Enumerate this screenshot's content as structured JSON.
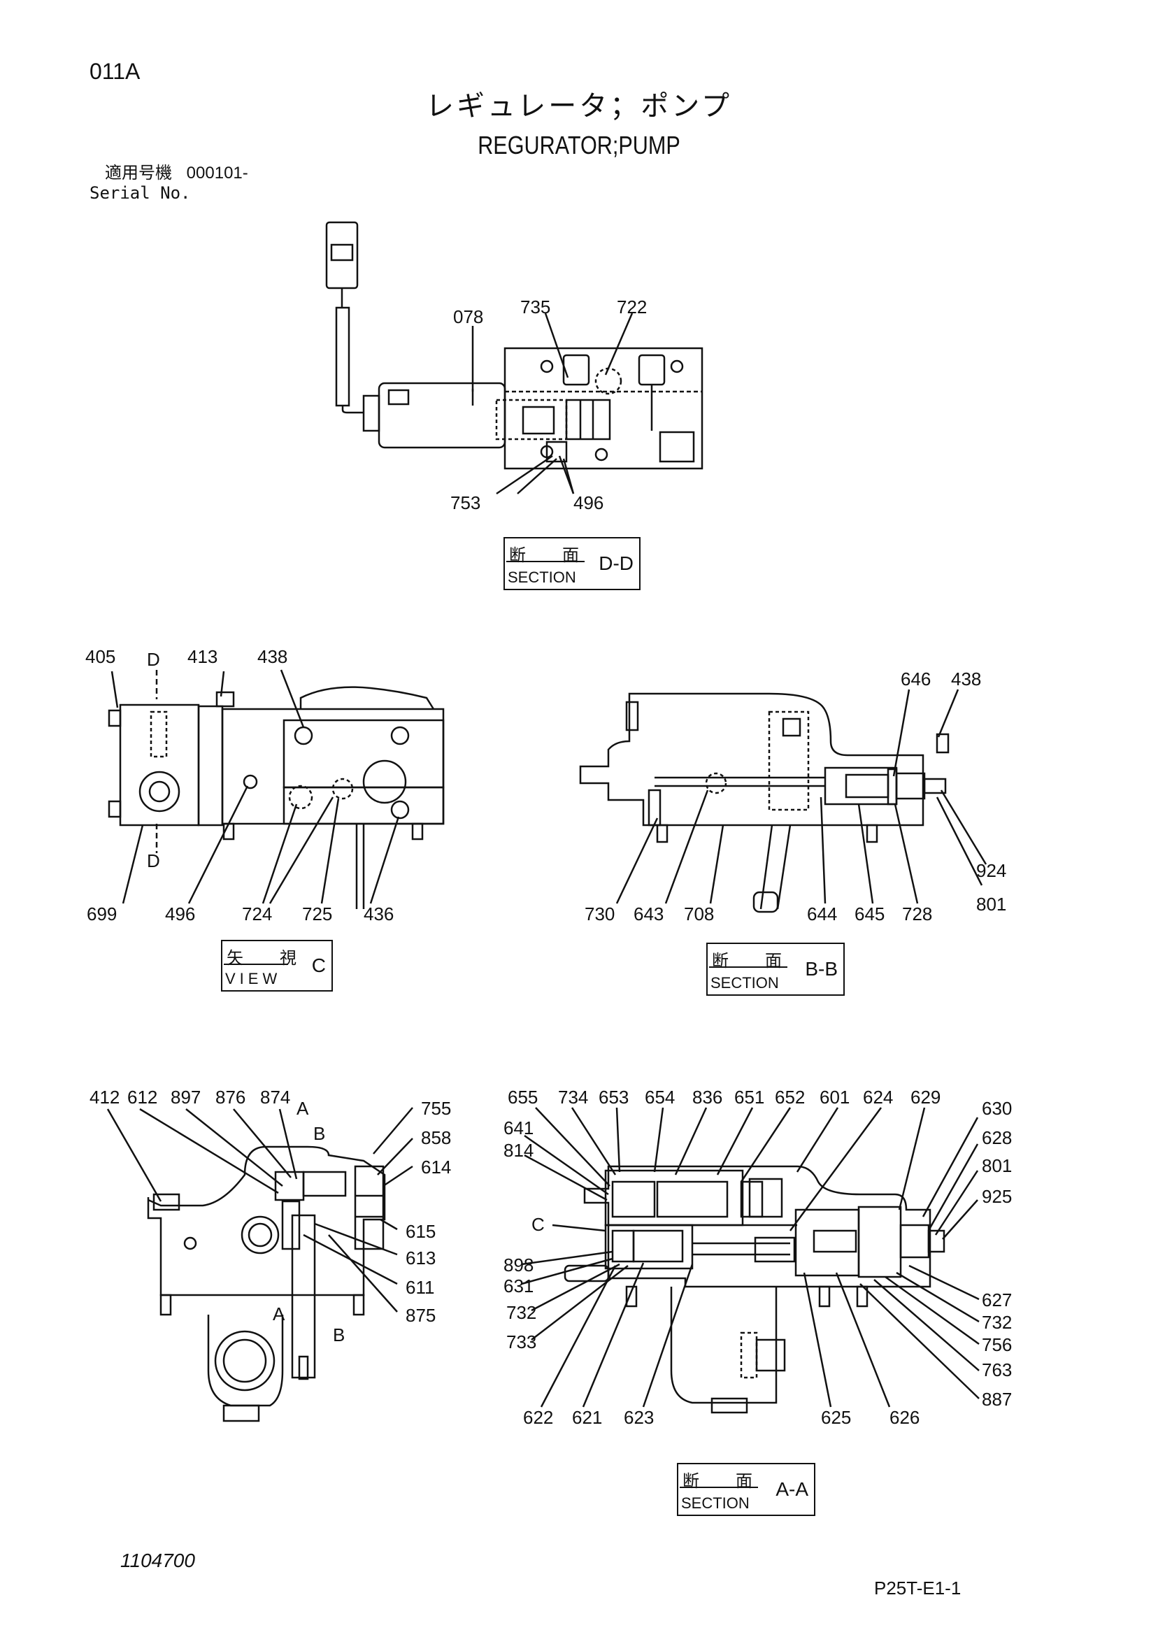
{
  "header": {
    "code": "011A",
    "title_jp": "レギュレータ；ポンプ",
    "title_en": "REGURATOR;PUMP",
    "serial_label_jp": "適用号機",
    "serial_value": "000101-",
    "serial_label_en": "Serial No."
  },
  "views": {
    "dd": {
      "jp": "断　面",
      "en": "SECTION",
      "sec": "D-D"
    },
    "c": {
      "jp": "矢　視",
      "en": "VIEW",
      "sec": "C"
    },
    "bb": {
      "jp": "断　面",
      "en": "SECTION",
      "sec": "B-B"
    },
    "aa": {
      "jp": "断　面",
      "en": "SECTION",
      "sec": "A-A"
    }
  },
  "part_numbers": {
    "dd": [
      "078",
      "735",
      "722",
      "753",
      "496"
    ],
    "c": [
      "405",
      "D",
      "413",
      "438",
      "699",
      "496",
      "724",
      "725",
      "436",
      "D"
    ],
    "bb": [
      "646",
      "438",
      "924",
      "801",
      "730",
      "643",
      "708",
      "644",
      "645",
      "728"
    ],
    "left": [
      "412",
      "612",
      "897",
      "876",
      "874",
      "A",
      "B",
      "755",
      "858",
      "614",
      "615",
      "613",
      "611",
      "875",
      "A",
      "B"
    ],
    "aa": [
      "655",
      "734",
      "653",
      "654",
      "836",
      "651",
      "652",
      "601",
      "624",
      "629",
      "630",
      "628",
      "801",
      "925",
      "641",
      "814",
      "C",
      "898",
      "631",
      "732",
      "733",
      "627",
      "732",
      "756",
      "763",
      "887",
      "622",
      "621",
      "623",
      "625",
      "626"
    ]
  },
  "footer": {
    "left": "1104700",
    "right": "P25T-E1-1"
  }
}
